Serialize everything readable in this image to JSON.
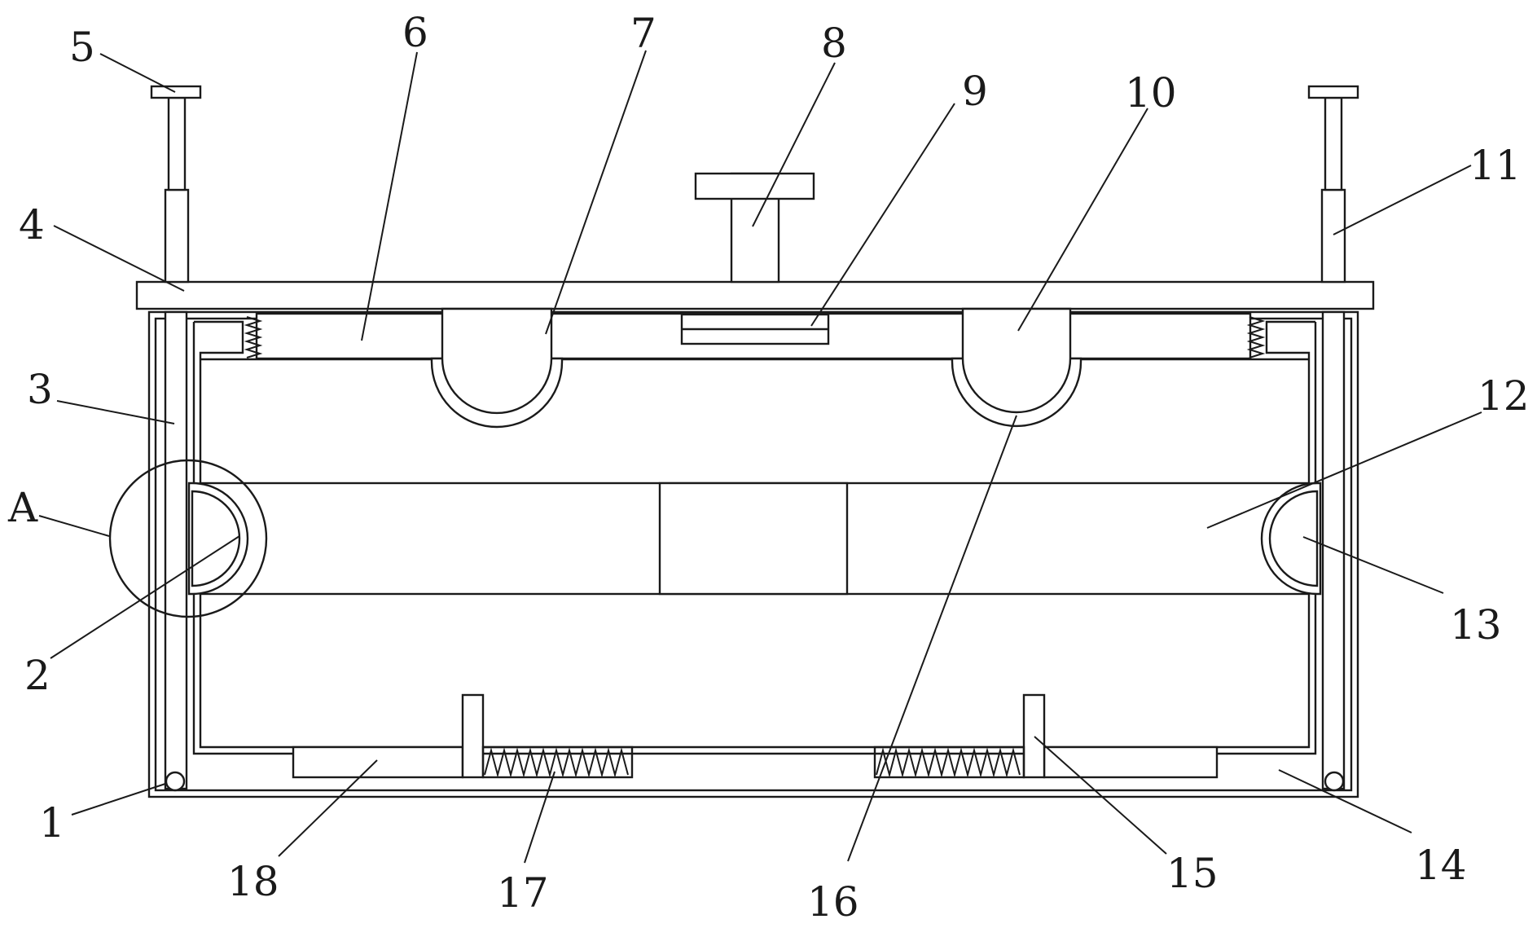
{
  "callouts": {
    "c1": "1",
    "c2": "2",
    "c3": "3",
    "c4": "4",
    "c5": "5",
    "c6": "6",
    "c7": "7",
    "c8": "8",
    "c9": "9",
    "c10": "10",
    "c11": "11",
    "c12": "12",
    "c13": "13",
    "c14": "14",
    "c15": "15",
    "c16": "16",
    "c17": "17",
    "c18": "18",
    "cA": "A"
  }
}
